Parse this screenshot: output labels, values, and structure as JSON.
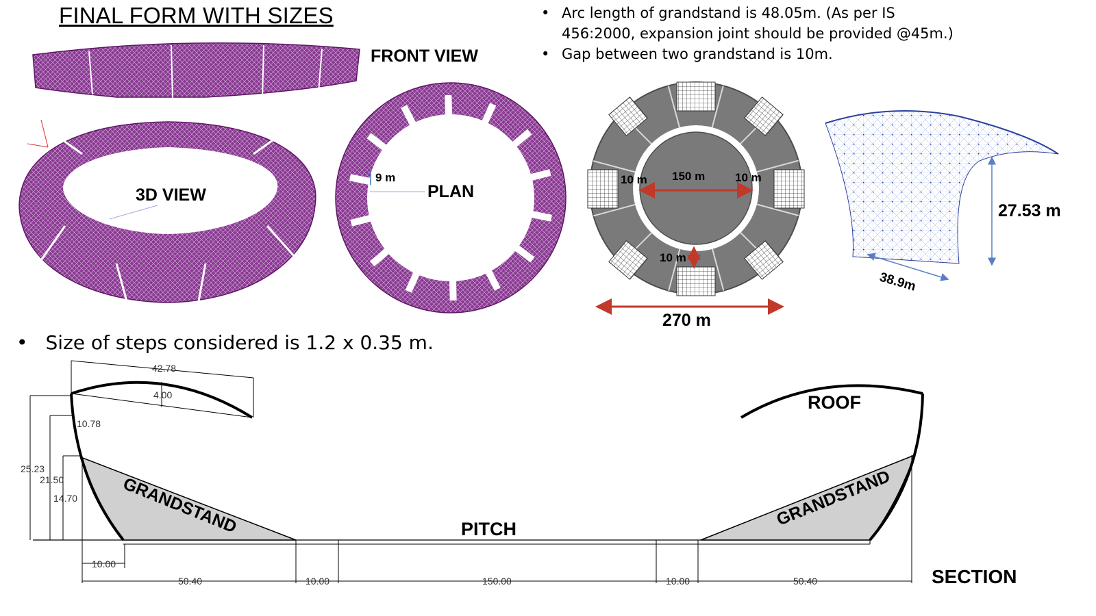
{
  "title": "FINAL FORM WITH SIZES",
  "notes": [
    "Arc length of grandstand is 48.05m. (As per IS 456:2000, expansion joint should be provided @45m.)",
    "Gap between two grandstand is 10m."
  ],
  "steps_note": "Size of steps considered is 1.2 x 0.35 m.",
  "views": {
    "front": "FRONT VIEW",
    "three_d": "3D VIEW",
    "plan": "PLAN",
    "plan_dim": "9 m"
  },
  "render": {
    "inner": "150 m",
    "gap_left": "10 m",
    "gap_right": "10 m",
    "gap_bottom": "10 m",
    "outer": "270 m"
  },
  "truss": {
    "height": "27.53 m",
    "width": "38.9m"
  },
  "section": {
    "roof": "ROOF",
    "grandstand_left": "GRANDSTAND",
    "grandstand_right": "GRANDSTAND",
    "pitch": "PITCH",
    "label": "SECTION",
    "dims": {
      "d_4278": "42.78",
      "d_400": "4.00",
      "d_1078": "10.78",
      "d_2523": "25.23",
      "d_2150": "21.50",
      "d_1470": "14.70",
      "d_1000_left": "10.00",
      "b1": "50.40",
      "b2": "10.00",
      "b3": "150.00",
      "b4": "10.00",
      "b5": "50.40"
    }
  },
  "colors": {
    "model": "#7b1f82",
    "mesh": "#c9a3cf",
    "render_gray": "#7a7a7a",
    "dim_red": "#c0392b",
    "truss_blue": "#2b3f9e",
    "grandstand_fill": "#d0d0d0"
  }
}
